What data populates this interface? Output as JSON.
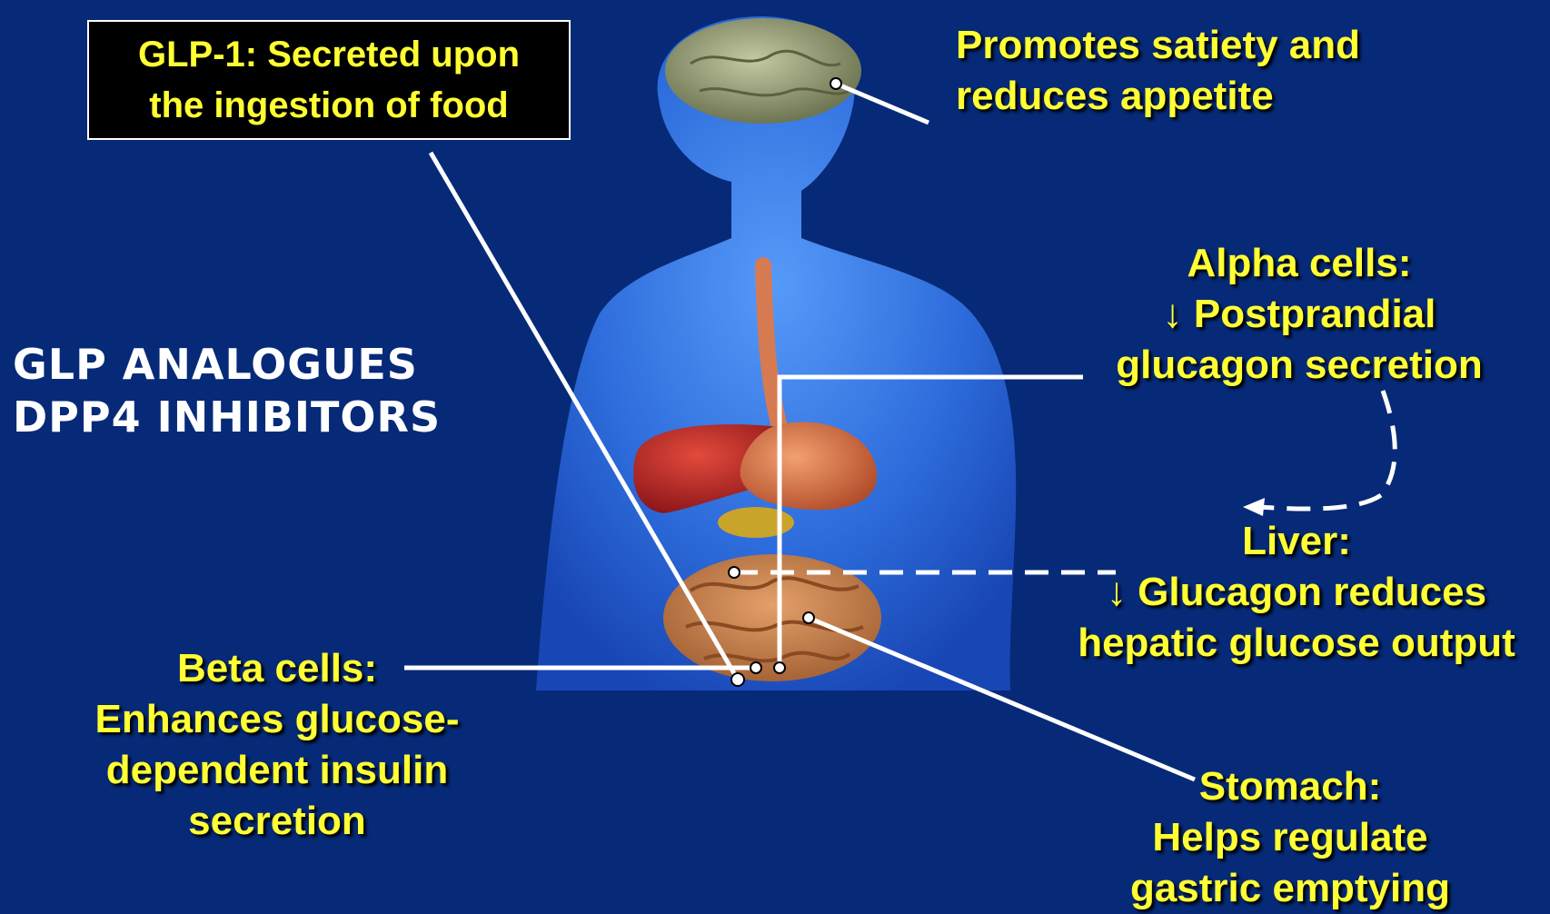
{
  "side_title": {
    "line1": "GLP ANALOGUES",
    "line2": "DPP4 INHIBITORS"
  },
  "glp_box": {
    "line1": "GLP-1: Secreted upon",
    "line2": "the ingestion of food"
  },
  "brain_label": {
    "line1": "Promotes satiety and",
    "line2": "reduces appetite"
  },
  "alpha_label": {
    "line1": "Alpha cells:",
    "line2": "↓ Postprandial",
    "line3": "glucagon secretion"
  },
  "liver_label": {
    "line1": "Liver:",
    "line2": "↓ Glucagon reduces",
    "line3": "hepatic glucose output"
  },
  "beta_label": {
    "line1": "Beta cells:",
    "line2": "Enhances glucose-",
    "line3": "dependent insulin",
    "line4": "secretion"
  },
  "stomach_label": {
    "line1": "Stomach:",
    "line2": "Helps regulate",
    "line3": "gastric emptying"
  },
  "colors": {
    "background": "#062a78",
    "label_text": "#ffff33",
    "body": "#2f74e0",
    "liver": "#c0282a",
    "stomach": "#e07a4a",
    "intestine": "#d4864f",
    "brain": "#9ba07a"
  }
}
